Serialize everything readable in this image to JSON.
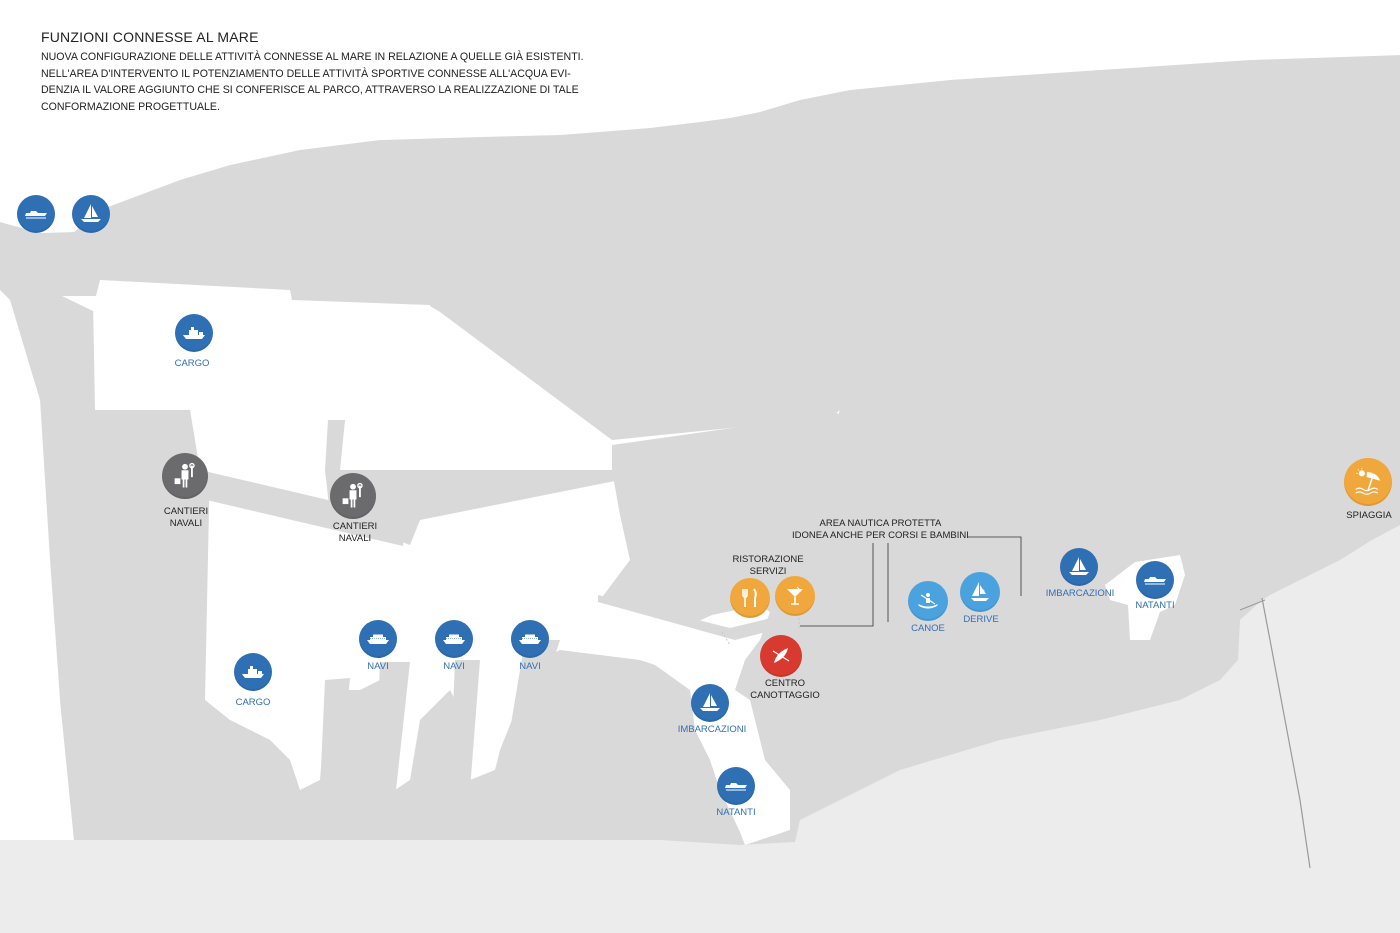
{
  "header": {
    "title": "FUNZIONI CONNESSE AL MARE",
    "description_lines": [
      "NUOVA CONFIGURAZIONE DELLE ATTIVITÀ CONNESSE AL MARE IN RELAZIONE A QUELLE GIÀ ESISTENTI.",
      "NELL'AREA D'INTERVENTO IL POTENZIAMENTO DELLE ATTIVITÀ SPORTIVE CONNESSE ALL'ACQUA EVI-",
      "DENZIA IL VALORE AGGIUNTO CHE SI CONFERISCE AL PARCO, ATTRAVERSO LA REALIZZAZIONE DI TALE",
      "CONFORMAZIONE PROGETTUALE."
    ]
  },
  "colors": {
    "background": "#ececed",
    "land": "#d9d9da",
    "sea": "#ffffff",
    "blue": "#2f70b4",
    "light_blue": "#4aa3de",
    "orange": "#f0a73b",
    "red": "#d93a2f",
    "gray": "#6b6b6d"
  },
  "markers": {
    "top_motorboat": {
      "icon": "motorboat-icon"
    },
    "top_sailboat": {
      "icon": "sailboat-icon"
    },
    "cargo_top": {
      "icon": "cargo-ship-icon",
      "label": "CARGO"
    },
    "cantieri_1": {
      "icon": "mechanic-icon",
      "label_lines": [
        "CANTIERI",
        "NAVALI"
      ]
    },
    "cantieri_2": {
      "icon": "mechanic-icon",
      "label_lines": [
        "CANTIERI",
        "NAVALI"
      ]
    },
    "cargo_bottom": {
      "icon": "cargo-ship-icon",
      "label": "CARGO"
    },
    "navi_1": {
      "icon": "cruise-ship-icon",
      "label": "NAVI"
    },
    "navi_2": {
      "icon": "cruise-ship-icon",
      "label": "NAVI"
    },
    "navi_3": {
      "icon": "cruise-ship-icon",
      "label": "NAVI"
    },
    "ristorazione": {
      "icon": "fork-knife-icon",
      "label_lines": [
        "RISTORAZIONE",
        "SERVIZI"
      ]
    },
    "bar": {
      "icon": "cocktail-icon"
    },
    "centro_canottaggio": {
      "icon": "kayak-icon",
      "label_lines": [
        "CENTRO",
        "CANOTTAGGIO"
      ]
    },
    "imbarcazioni_1": {
      "icon": "sailboat-icon",
      "label": "IMBARCAZIONI"
    },
    "natanti_1": {
      "icon": "motorboat-icon",
      "label": "NATANTI"
    },
    "canoe": {
      "icon": "canoe-icon",
      "label": "CANOE"
    },
    "derive": {
      "icon": "dinghy-icon",
      "label": "DERIVE"
    },
    "imbarcazioni_2": {
      "icon": "sailboat-icon",
      "label": "IMBARCAZIONI"
    },
    "natanti_2": {
      "icon": "motorboat-icon",
      "label": "NATANTI"
    },
    "spiaggia": {
      "icon": "beach-umbrella-icon",
      "label": "SPIAGGIA"
    }
  },
  "annotation": {
    "lines": [
      "AREA NAUTICA PROTETTA",
      "IDONEA ANCHE PER CORSI  E BAMBINI"
    ]
  }
}
